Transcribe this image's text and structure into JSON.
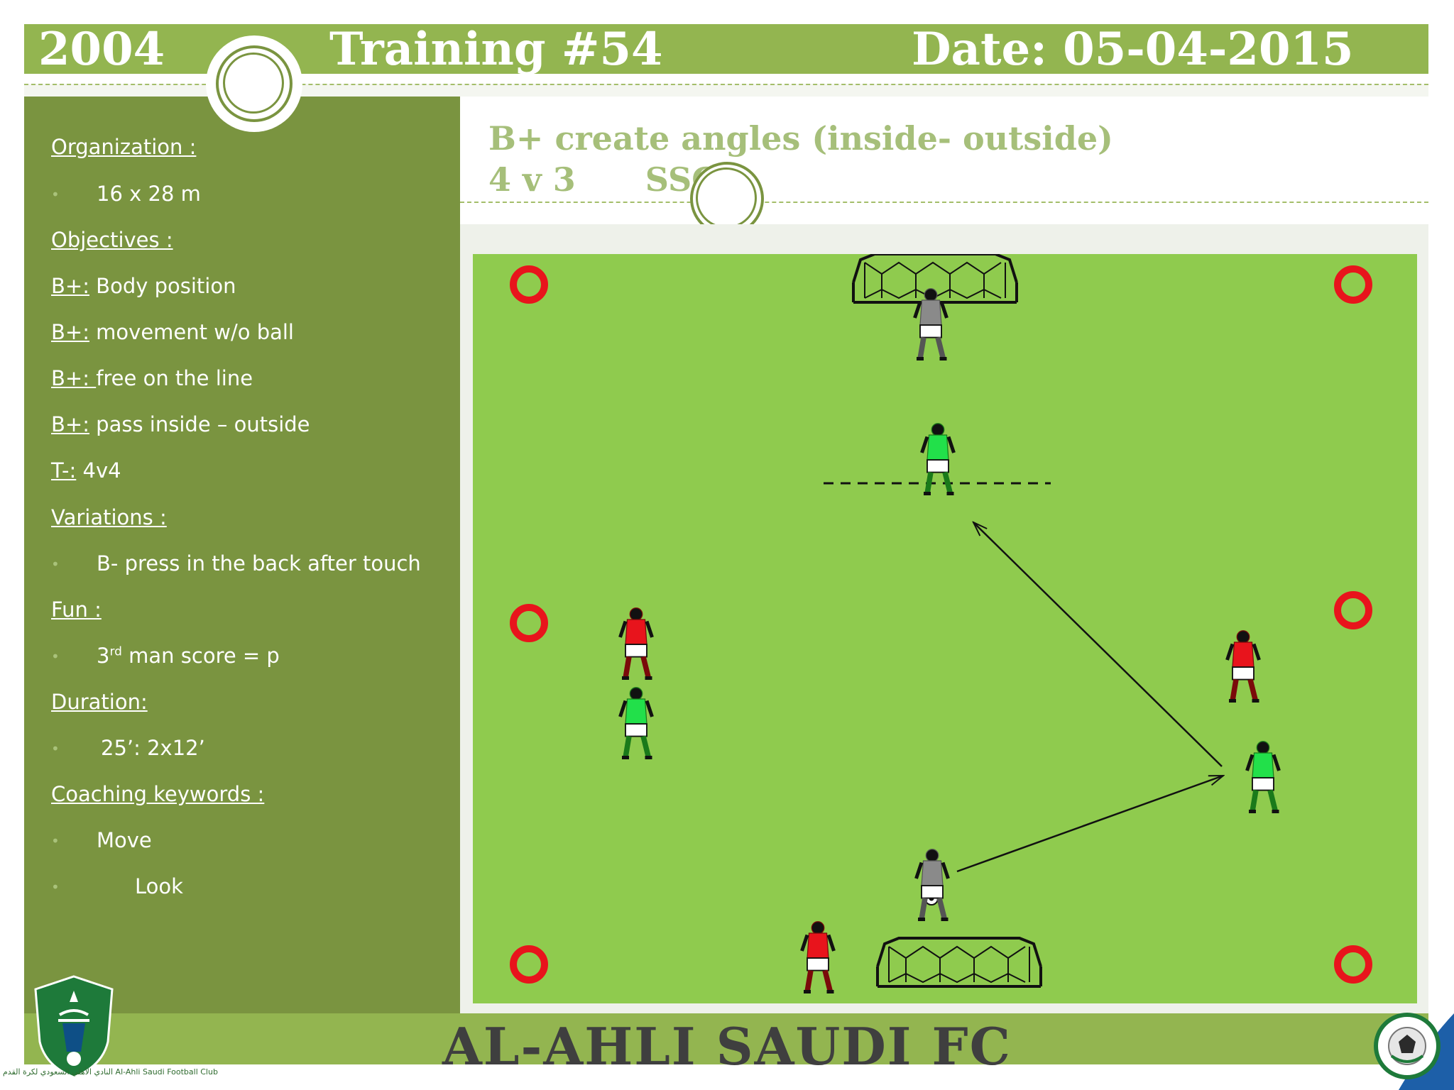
{
  "header": {
    "year": "2004",
    "training": "Training #54",
    "date": "Date: 05-04-2015"
  },
  "session": {
    "title_line1": "B+ create angles (inside- outside)",
    "format": "4 v 3",
    "type": "SSG"
  },
  "notes": {
    "organization_label": "Organization :",
    "organization_value": "16 x 28 m",
    "objectives_label": "Objectives :",
    "objectives": [
      {
        "prefix": "B+:",
        "text": " Body position"
      },
      {
        "prefix": "B+:",
        "text": " movement w/o ball"
      },
      {
        "prefix": "B+: ",
        "text": "free on the line"
      },
      {
        "prefix": "B+:",
        "text": " pass inside – outside"
      },
      {
        "prefix": "T-:",
        "text": " 4v4"
      }
    ],
    "variations_label": "Variations :",
    "variations_value": "B- press in the back after touch",
    "fun_label": "Fun :",
    "fun_value_pre": "3",
    "fun_value_sup": "rd",
    "fun_value_post": " man score = p",
    "duration_label": "Duration:",
    "duration_value": "25’: 2x12’",
    "keywords_label": "Coaching keywords :",
    "keywords": [
      "Move",
      "Look"
    ]
  },
  "bullet_char": "•",
  "footer": {
    "club_name": "AL-AHLI SAUDI FC",
    "crest_caption": "النادي الأهلي السعودي لكرة القدم  Al-Ahli Saudi Football Club"
  },
  "colors": {
    "header_green": "#93b550",
    "sidebar_green": "#7a9440",
    "pitch_green": "#8fcb4e",
    "cone_red": "#e8141c",
    "team_red": "#e8141c",
    "team_green": "#22e04a",
    "keeper_grey": "#8a8a8a"
  },
  "diagram": {
    "cones": 6,
    "goals": 2,
    "players": [
      {
        "team": "keeper"
      },
      {
        "team": "green"
      },
      {
        "team": "red"
      },
      {
        "team": "green"
      },
      {
        "team": "red"
      },
      {
        "team": "green"
      },
      {
        "team": "keeper"
      },
      {
        "team": "red"
      }
    ],
    "arrows": 2,
    "ball": true,
    "dashed_line": true
  }
}
